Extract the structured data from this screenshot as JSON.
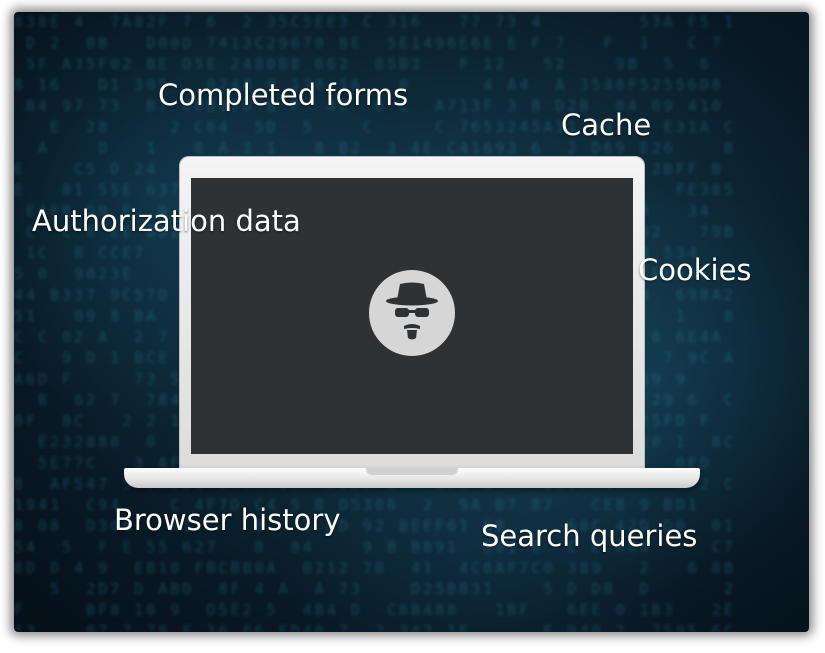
{
  "labels": {
    "completed_forms": "Completed forms",
    "cache": "Cache",
    "authorization_data": "Authorization data",
    "cookies": "Cookies",
    "browser_history": "Browser history",
    "search_queries": "Search queries"
  },
  "icons": {
    "center": "incognito-icon"
  },
  "colors": {
    "screen": "#2f3234",
    "icon_circle": "#d6d6d6",
    "background": "#0f2d3d",
    "text": "#ffffff"
  }
}
